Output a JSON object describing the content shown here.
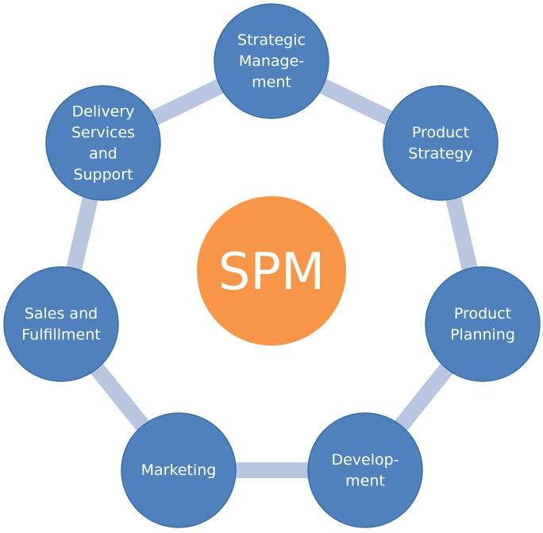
{
  "colors": {
    "node_fill": "#4f81bd",
    "node_stroke": "#3a6ea5",
    "center_fill": "#f79646",
    "connector": "#b8c6df",
    "label_text": "#ffffff"
  },
  "center": {
    "label": "SPM"
  },
  "nodes": [
    {
      "id": "strategic-management",
      "lines": [
        "Strategic",
        "Manage-",
        "ment"
      ]
    },
    {
      "id": "product-strategy",
      "lines": [
        "Product",
        "Strategy"
      ]
    },
    {
      "id": "product-planning",
      "lines": [
        "Product",
        "Planning"
      ]
    },
    {
      "id": "development",
      "lines": [
        "Develop-",
        "ment"
      ]
    },
    {
      "id": "marketing",
      "lines": [
        "Marketing"
      ]
    },
    {
      "id": "sales-and-fulfillment",
      "lines": [
        "Sales and",
        "Fulfillment"
      ]
    },
    {
      "id": "delivery-services-and-support",
      "lines": [
        "Delivery",
        "Services",
        "and",
        "Support"
      ]
    }
  ]
}
